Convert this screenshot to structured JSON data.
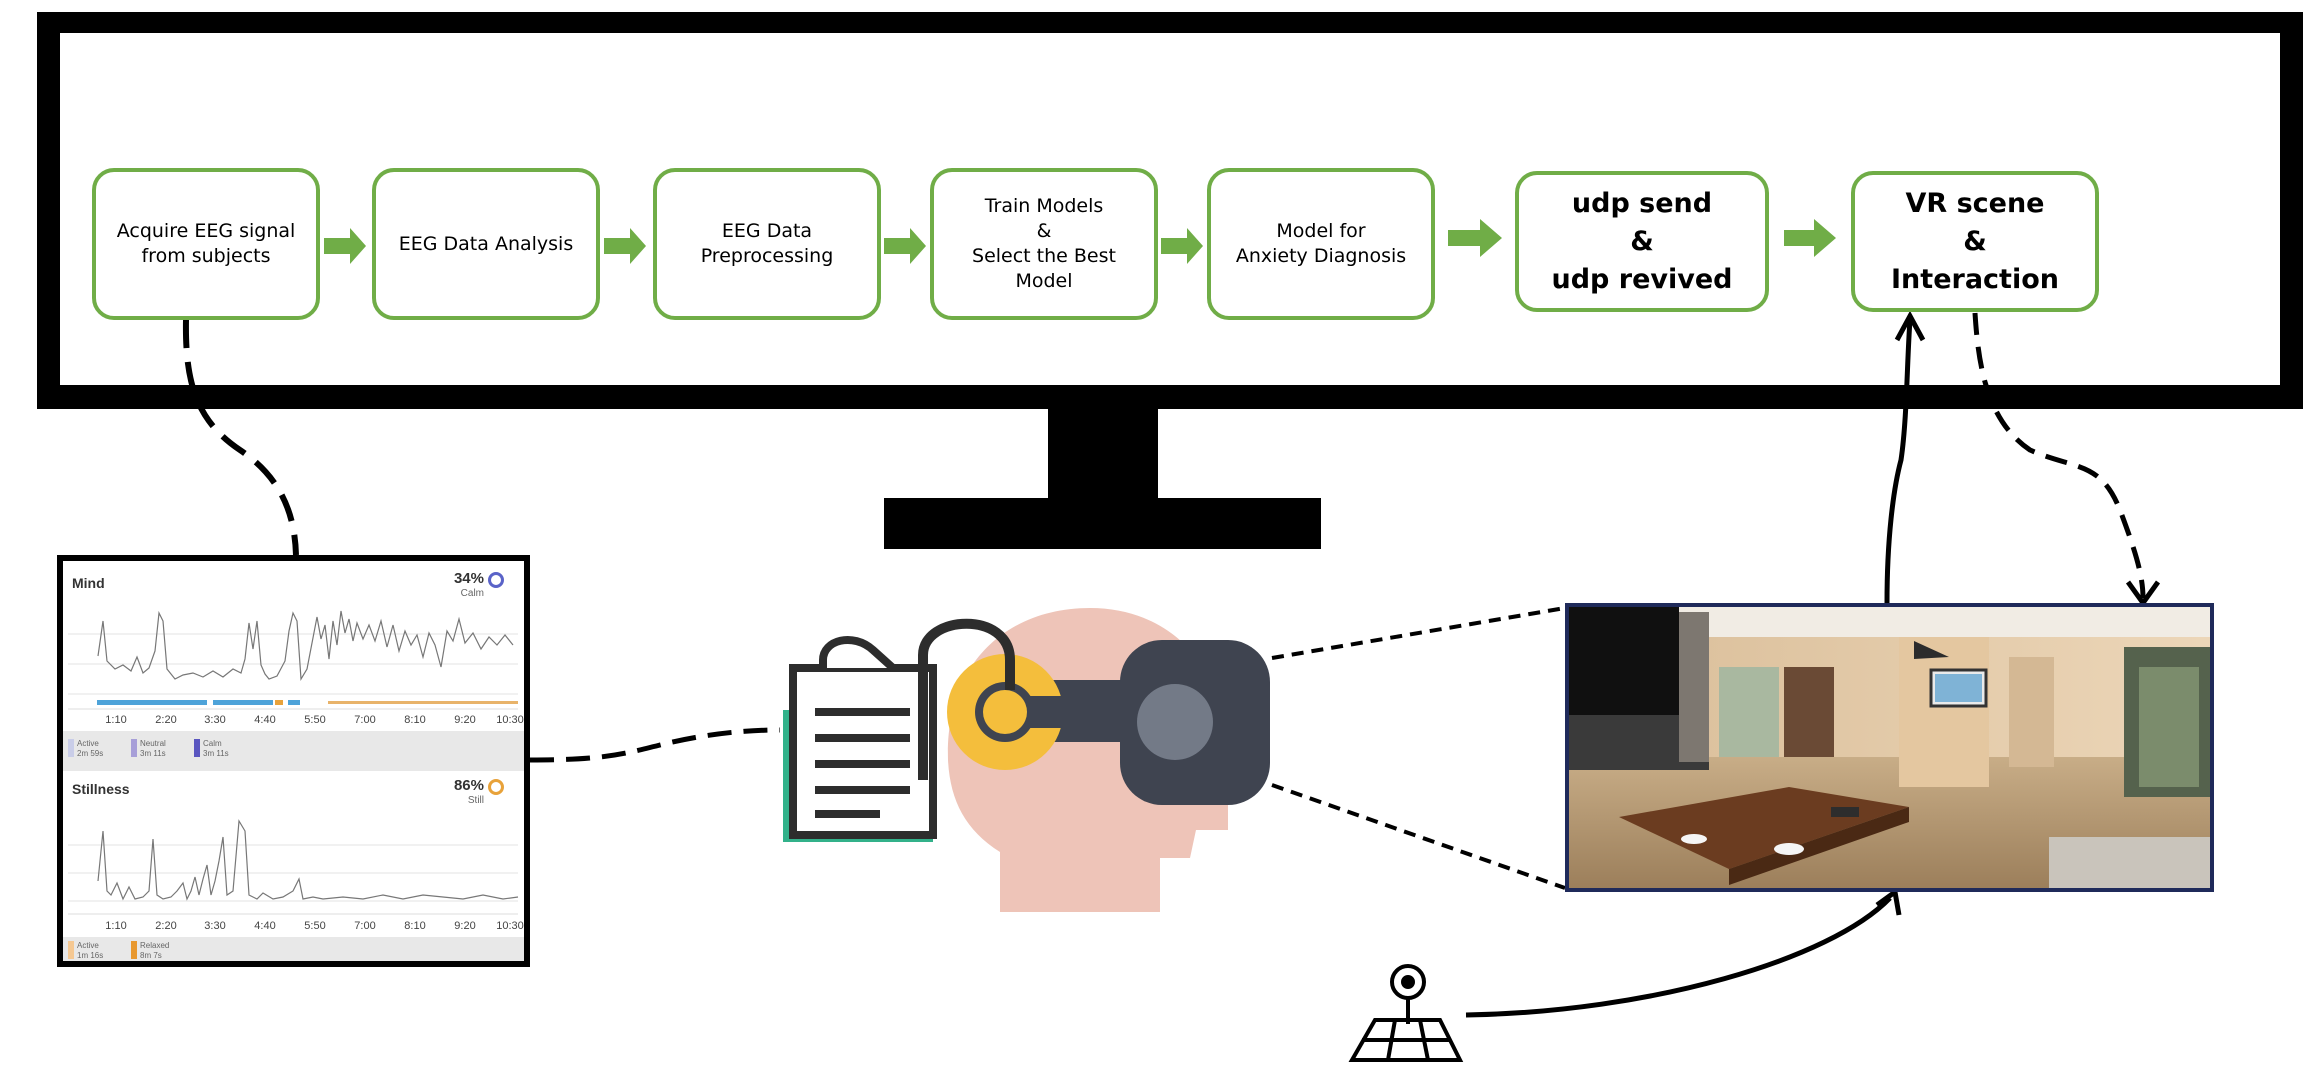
{
  "pipeline": {
    "steps": [
      {
        "id": "acquire",
        "label": "Acquire EEG signal\nfrom subjects"
      },
      {
        "id": "analysis",
        "label": "EEG Data Analysis"
      },
      {
        "id": "preprocess",
        "label": "EEG Data\nPreprocessing"
      },
      {
        "id": "train",
        "label": "Train Models\n&\nSelect the Best\nModel"
      },
      {
        "id": "model",
        "label": "Model for\nAnxiety Diagnosis"
      },
      {
        "id": "udp",
        "label": "udp send\n&\nudp revived"
      },
      {
        "id": "vr",
        "label": "VR scene\n&\nInteraction"
      }
    ],
    "colors": {
      "box_border": "#70ad47",
      "arrow": "#70ad47",
      "monitor": "#000000"
    }
  },
  "eeg_panel": {
    "mind": {
      "title": "Mind",
      "percent": "34%",
      "state": "Calm",
      "ring_color": "#5a63c8",
      "legend": [
        {
          "label": "Active\n2m 59s",
          "color": "#c9cde8"
        },
        {
          "label": "Neutral\n3m 11s",
          "color": "#a79fd8"
        },
        {
          "label": "Calm\n3m 11s",
          "color": "#5a56c0"
        }
      ]
    },
    "stillness": {
      "title": "Stillness",
      "percent": "86%",
      "state": "Still",
      "ring_color": "#e8a23a",
      "legend": [
        {
          "label": "Active\n1m 16s",
          "color": "#f5c892"
        },
        {
          "label": "Relaxed\n8m 7s",
          "color": "#e8982f"
        }
      ]
    },
    "time_ticks": [
      "1:10",
      "2:20",
      "3:30",
      "4:40",
      "5:50",
      "7:00",
      "8:10",
      "9:20",
      "10:30"
    ]
  },
  "icons": {
    "headset": "vr-headset-icon",
    "notes": "document-music-icon",
    "joystick": "joystick-icon"
  }
}
